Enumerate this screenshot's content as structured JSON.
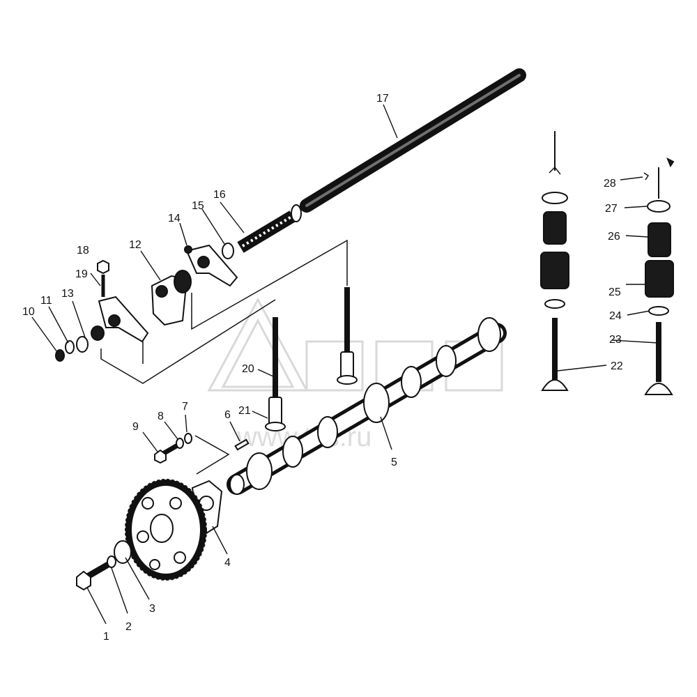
{
  "watermark": {
    "text": "www.tss.ru",
    "logo": "TSS"
  },
  "callouts": [
    "1",
    "2",
    "3",
    "4",
    "5",
    "6",
    "7",
    "8",
    "9",
    "10",
    "11",
    "12",
    "13",
    "14",
    "15",
    "16",
    "17",
    "18",
    "19",
    "20",
    "21",
    "22",
    "23",
    "24",
    "25",
    "26",
    "27",
    "28"
  ],
  "colors": {
    "ink": "#111111",
    "background": "#ffffff",
    "watermark": "#d9d9d9"
  }
}
